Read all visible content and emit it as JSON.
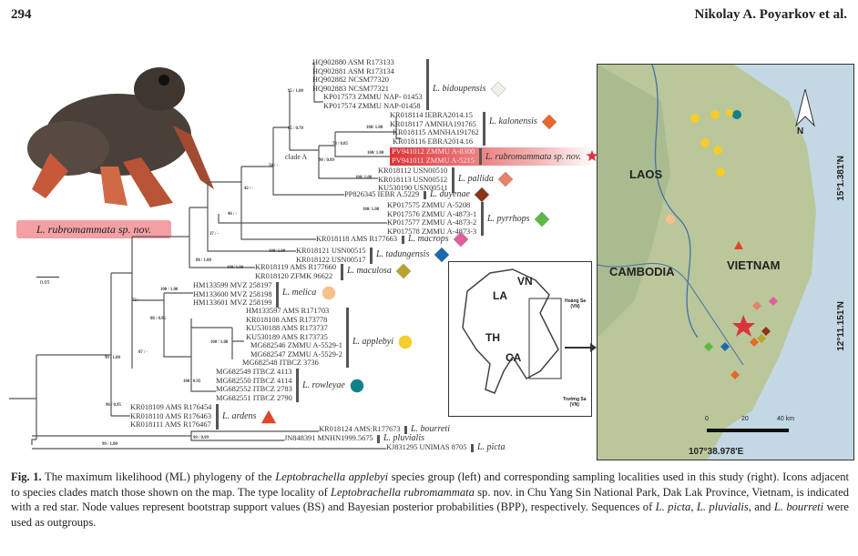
{
  "header": {
    "page_number": "294",
    "authors": "Nikolay A. Poyarkov et al."
  },
  "photo_label": "L. rubromammata sp. nov.",
  "scale_bar": "0.05",
  "clades": [
    {
      "species": "L. bidoupensis",
      "samples": [
        "HQ902880 ASM R173133",
        "HQ902881 ASM R173134",
        "HQ902882 NCSM77320",
        "HQ902883 NCSM77321",
        "KP017573 ZMMU NAP- 01453",
        "KP017574 ZMMU NAP-01458"
      ],
      "icon": "diamond",
      "color": "#f2f0e6"
    },
    {
      "species": "L. kalonensis",
      "samples": [
        "KR018114 IEBRA2014.15",
        "KR018117 AMNHA191765",
        "KR018115 AMNHA191762",
        "KR018116 EBRA2014.16"
      ],
      "icon": "diamond",
      "color": "#e8672a"
    },
    {
      "species": "L. rubromammata sp. nov.",
      "samples": [
        "PV941012 ZMMU A-8300",
        "PV941011 ZMMU A-5215"
      ],
      "icon": "star",
      "color": "#d9343a"
    },
    {
      "species": "L. pallida",
      "samples": [
        "KR018112 USN00510",
        "KR018113 USN00512",
        "KU530190 USN00511"
      ],
      "icon": "diamond",
      "color": "#e8806a"
    },
    {
      "species": "L. duyenae",
      "samples": [
        "PP826345 IEBR A.5229"
      ],
      "icon": "diamond",
      "color": "#8a3418"
    },
    {
      "species": "L. pyrrhops",
      "samples": [
        "KP017575 ZMMU A-5208",
        "KP017576 ZMMU A-4873-1",
        "KP017577 ZMMU A-4873-2",
        "KP017578 ZMMU A-4873-3"
      ],
      "icon": "diamond",
      "color": "#5db844"
    },
    {
      "species": "L. macrops",
      "samples": [
        "KR018118 AMS R177663"
      ],
      "icon": "diamond",
      "color": "#e0609a"
    },
    {
      "species": "L. tadungensis",
      "samples": [
        "KR018121 USN00515",
        "KR018122 USN00517"
      ],
      "icon": "diamond",
      "color": "#1d68ad"
    },
    {
      "species": "L. maculosa",
      "samples": [
        "KR018119 AMS R177660",
        "KR018120 ZFMK 96622"
      ],
      "icon": "diamond",
      "color": "#b8a429"
    },
    {
      "species": "L. melica",
      "samples": [
        "HM133599 MVZ 258197",
        "HM133600 MVZ 258198",
        "HM133601 MVZ 258199"
      ],
      "icon": "circle",
      "color": "#f7c08a"
    },
    {
      "species": "L. applebyi",
      "samples": [
        "HM133597 AMS R171703",
        "KR018108 AMS R173778",
        "KU530188 AMS R173737",
        "KU530189 AMS R173735",
        "MG682546 ZMMU A-5529-1",
        "MG682547 ZMMU A-5529-2",
        "MG682548 ITBCZ 3736"
      ],
      "icon": "circle",
      "color": "#f5cc2a"
    },
    {
      "species": "L. rowleyae",
      "samples": [
        "MG682549 ITBCZ 4113",
        "MG682550 ITBCZ 4114",
        "MG682552 ITBCZ 2783",
        "MG682551 ITBCZ 2790"
      ],
      "icon": "circle",
      "color": "#11818a"
    },
    {
      "species": "L. ardens",
      "samples": [
        "KR018109 AMS R176454",
        "KR018110 AMS R176463",
        "KR018111 AMS R176467"
      ],
      "icon": "triangle",
      "color": "#e0462a"
    },
    {
      "species": "L. bourreti",
      "samples": [
        "KR018124 AMS:R177673"
      ]
    },
    {
      "species": "L. pluvialis",
      "samples": [
        "JN848391 MNHN1999.5675"
      ]
    },
    {
      "species": "L. picta",
      "samples": [
        "KJ831295 UNIMAS 8705"
      ]
    }
  ],
  "node_values": [
    "95 / 1.00",
    "65 / 0.70",
    "clade A",
    "58 / -",
    "100/ 1.00",
    "78 / 0.85",
    "100/ 1.00",
    "90 / 0.89",
    "100/ 1.00",
    "42 / -",
    "100/ 1.00",
    "46 / -",
    "37 / -",
    "100/ 1.00",
    "88 / 1.00",
    "100/ 1.00",
    "100 / 1.00",
    "72 / -",
    "88 / 0.95",
    "100 / 1.00",
    "87 / -",
    "99 / 1.00",
    "100 / 0.95",
    "96 / 0.95",
    "99 / 0.99",
    "99 / 1.00"
  ],
  "inset": {
    "la": "LA",
    "vn": "VN",
    "th": "TH",
    "ca": "CA",
    "hoang_sa": "Hoàng Sa",
    "hoang_sa_vn": "(VN)",
    "truong_sa": "Trường Sa",
    "truong_sa_vn": "(VN)"
  },
  "map": {
    "laos": "LAOS",
    "cambodia": "CAMBODIA",
    "vietnam": "VIETNAM",
    "north": "N",
    "lat1": "15°1.381'N",
    "lat2": "12°11.151'N",
    "lon": "107°38.978'E",
    "scale": [
      "0",
      "20",
      "40 km"
    ]
  },
  "caption": [
    {
      "text": "Fig. 1.",
      "b": true
    },
    {
      "text": " The maximum likelihood (ML) phylogeny of the "
    },
    {
      "text": "Leptobrachella applebyi",
      "i": true
    },
    {
      "text": " species group (left) and corresponding sampling localities used in this study (right). Icons adjacent to species clades match those shown on the map. The type locality of "
    },
    {
      "text": "Leptobrachella rubromammata",
      "i": true
    },
    {
      "text": " sp. nov. in Chu Yang Sin National Park, Dak Lak Province, Vietnam, is indicated with a red star. Node values represent bootstrap support values (BS) and Bayesian posterior probabilities (BPP), respectively. Sequences of "
    },
    {
      "text": "L. picta",
      "i": true
    },
    {
      "text": ", "
    },
    {
      "text": "L. pluvialis",
      "i": true
    },
    {
      "text": ", and "
    },
    {
      "text": "L. bourreti",
      "i": true
    },
    {
      "text": " were used as outgroups."
    }
  ]
}
